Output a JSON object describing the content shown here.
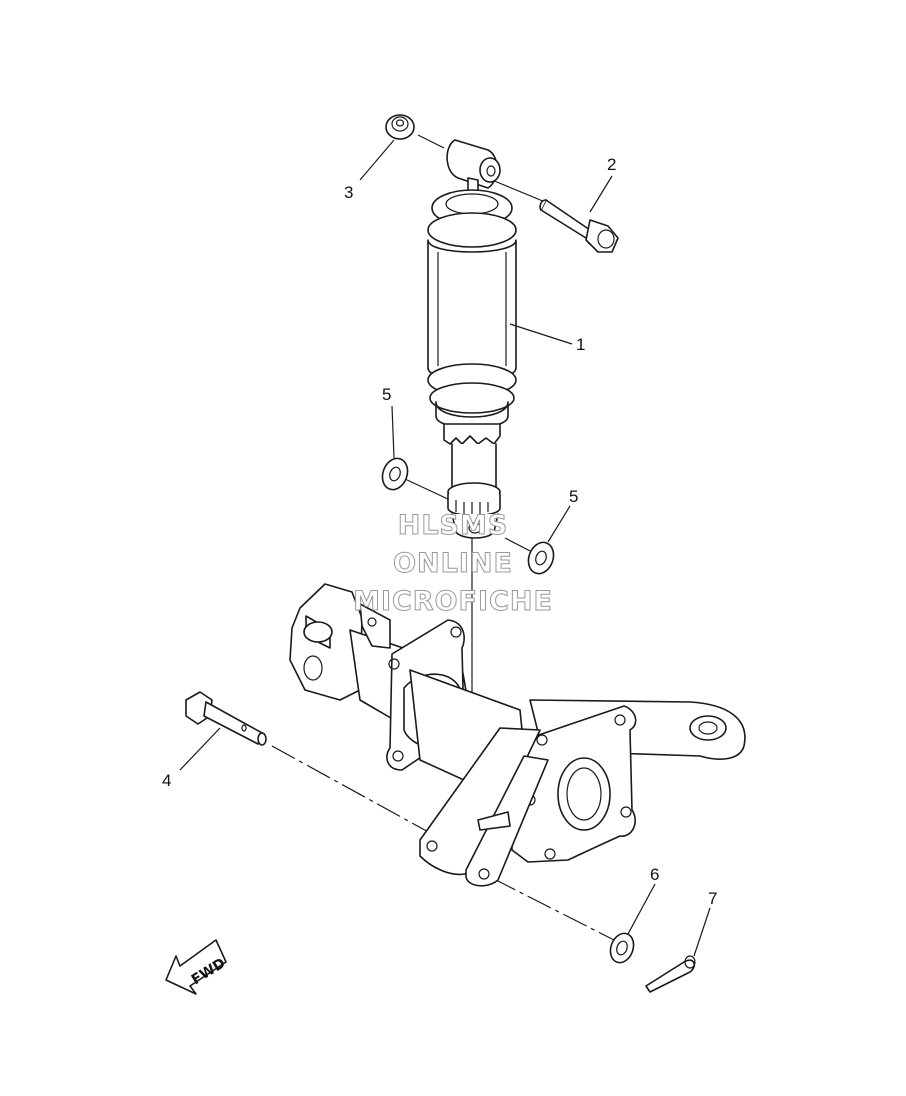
{
  "diagram": {
    "callouts": [
      {
        "id": "callout-1",
        "label": "1"
      },
      {
        "id": "callout-2",
        "label": "2"
      },
      {
        "id": "callout-3",
        "label": "3"
      },
      {
        "id": "callout-4",
        "label": "4"
      },
      {
        "id": "callout-5a",
        "label": "5"
      },
      {
        "id": "callout-5b",
        "label": "5"
      },
      {
        "id": "callout-6",
        "label": "6"
      },
      {
        "id": "callout-7",
        "label": "7"
      }
    ],
    "direction_label": "FWD"
  },
  "watermark": {
    "line1": "HLSMS",
    "line2": "ONLINE",
    "line3": "MICROFICHE"
  }
}
